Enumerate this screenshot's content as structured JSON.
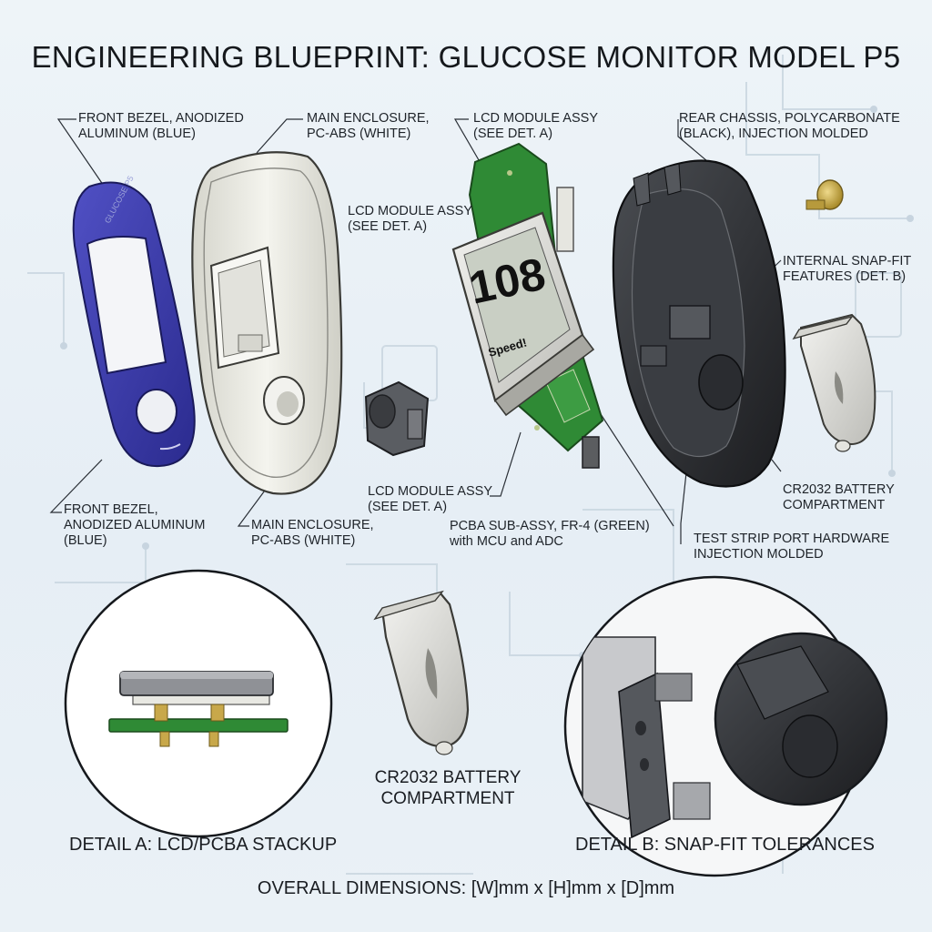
{
  "title": "ENGINEERING BLUEPRINT: GLUCOSE MONITOR MODEL P5",
  "callouts": {
    "front_bezel_top": "FRONT BEZEL, ANODIZED\nALUMINUM (BLUE)",
    "main_enclosure_top": "MAIN ENCLOSURE,\nPC-ABS (WHITE)",
    "lcd_module_top": "LCD MODULE ASSY\n(SEE DET. A)",
    "rear_chassis": "REAR CHASSIS, POLYCARBONATE\n(BLACK), INJECTION MOLDED",
    "lcd_module_mid": "LCD MODULE ASSY\n(SEE DET. A)",
    "snap_fit": "INTERNAL SNAP-FIT\nFEATURES (DET. B)",
    "front_bezel_bottom": "FRONT BEZEL,\nANODIZED ALUMINUM\n(BLUE)",
    "main_enclosure_bottom": "MAIN ENCLOSURE,\nPC-ABS (WHITE)",
    "lcd_module_bottom": "LCD MODULE ASSY\n(SEE DET. A)",
    "pcba": "PCBA SUB-ASSY, FR-4 (GREEN)\nwith MCU and ADC",
    "test_strip": "TEST STRIP PORT HARDWARE\nINJECTION MOLDED",
    "battery_compartment": "CR2032 BATTERY\nCOMPARTMENT"
  },
  "lcd_display": {
    "reading": "108",
    "sub_text": "Speed!"
  },
  "bezel_engraving": "GLUCOSE P5",
  "battery_label": "CR2032 BATTERY\nCOMPARTMENT",
  "detail_a": "DETAIL A: LCD/PCBA STACKUP",
  "detail_b": "DETAIL B: SNAP-FIT TOLERANCES",
  "dimensions": "OVERALL DIMENSIONS: [W]mm x [H]mm x [D]mm",
  "colors": {
    "bezel_blue": "#3a3aa6",
    "enclosure_white": "#ecece4",
    "pcb_green": "#2f8a35",
    "chassis_black": "#2a2c2f",
    "brass": "#c8a84a"
  }
}
